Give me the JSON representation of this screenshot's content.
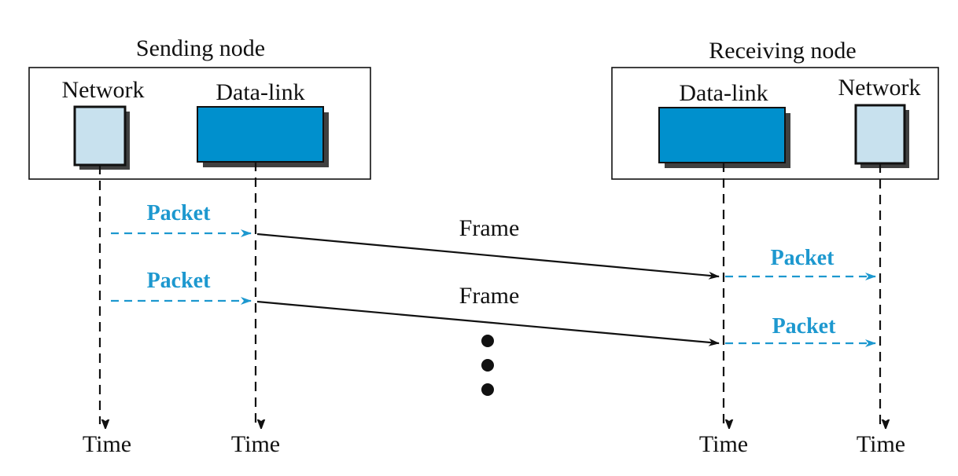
{
  "sending_node": {
    "title": "Sending node",
    "network_label": "Network",
    "datalink_label": "Data-link"
  },
  "receiving_node": {
    "title": "Receiving node",
    "datalink_label": "Data-link",
    "network_label": "Network"
  },
  "exchanges": [
    {
      "sender_packet": "Packet",
      "frame": "Frame",
      "receiver_packet": "Packet"
    },
    {
      "sender_packet": "Packet",
      "frame": "Frame",
      "receiver_packet": "Packet"
    }
  ],
  "time_labels": [
    "Time",
    "Time",
    "Time",
    "Time"
  ],
  "colors": {
    "packet": "#1d98cf",
    "datalink_box": "#0090cd",
    "network_box": "#c8e1ee",
    "shadow": "#404040",
    "line": "#111111"
  }
}
